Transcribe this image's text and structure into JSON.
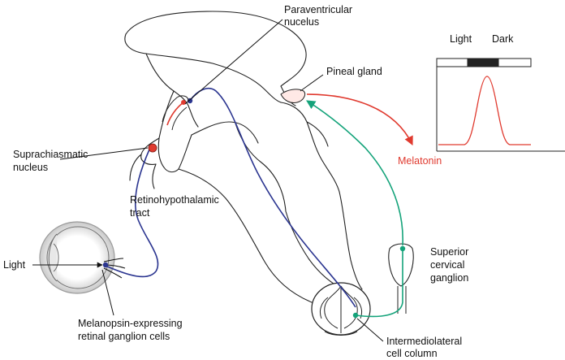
{
  "labels": {
    "paraventricular": [
      "Paraventricular",
      "nucelus"
    ],
    "pineal": "Pineal gland",
    "scn": [
      "Suprachiasmatic",
      "nucleus"
    ],
    "rht": [
      "Retinohypothalamic",
      "tract"
    ],
    "light": "Light",
    "melatonin": "Melatonin",
    "scg": [
      "Superior",
      "cervical",
      "ganglion"
    ],
    "mrgc": [
      "Melanopsin-expressing",
      "retinal ganglion cells"
    ],
    "iml": [
      "Intermediolateral",
      "cell column"
    ]
  },
  "inset": {
    "light_label": "Light",
    "dark_label": "Dark"
  },
  "colors": {
    "blue_pathway": "#2b3590",
    "red_pathway": "#e03a2f",
    "green_pathway": "#14a37a"
  }
}
